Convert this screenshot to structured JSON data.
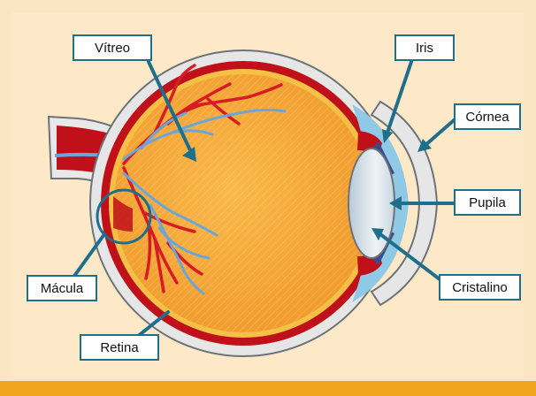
{
  "diagram": {
    "colors": {
      "background": "#fbe6c3",
      "bottom_band": "#f0a41e",
      "outer_wall": "#e6e6e6",
      "sclera_outline": "#6d7378",
      "choroid": "#c0111a",
      "vitreous": "#f6a533",
      "aqueous": "#8fc9e6",
      "lens": "#dfe8ee",
      "leader": "#1f6f8b",
      "artery": "#d81c24",
      "vein": "#6aa7d8"
    },
    "labels": {
      "vitreo": "Vítreo",
      "iris": "Iris",
      "cornea": "Córnea",
      "pupila": "Pupila",
      "cristalino": "Cristalino",
      "macula": "Mácula",
      "retina": "Retina"
    }
  }
}
